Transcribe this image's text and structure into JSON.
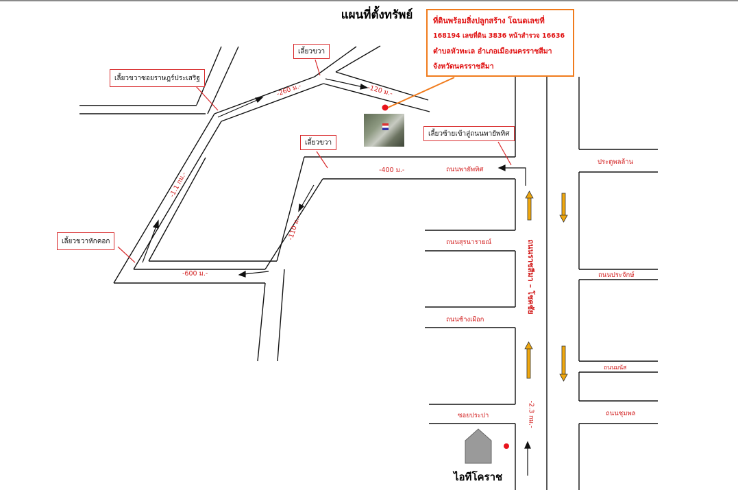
{
  "title": "แผนที่ตั้งทรัพย์",
  "property_info": {
    "line1": "ที่ดินพร้อมสิ่งปลูกสร้าง โฉนดเลขที่",
    "line2": "168194 เลขที่ดิน 3836 หน้าสำรวจ 16636",
    "line3": "ตำบลหัวทะเล อำเภอเมืองนครราชสีมา",
    "line4": "จังหวัดนครราชสีมา"
  },
  "callouts": {
    "turn_right_rat": "เลี้ยวขวาซอยราษฎร์ประเสริฐ",
    "turn_right_top": "เลี้ยวขวา",
    "turn_right_mid": "เลี้ยวขวา",
    "turn_left_phayap": "เลี้ยวซ้ายเข้าสู่ถนนพายัพทิศ",
    "turn_right_hakkhok": "เลี้ยวขวาหักคอก"
  },
  "roads": {
    "phayap": "ถนนพายัพทิศ",
    "pratu_phon": "ประตูพลล้าน",
    "suranarai": "ถนนสุรนารายณ์",
    "prajak": "ถนนประจักษ์",
    "chang_phueak": "ถนนช้างเผือก",
    "mana": "ถนนมนัส",
    "chumphon": "ถนนชุมพล",
    "soi_prapa": "ซอยประปา",
    "main_road": "ถนนราชสีมา – โชคชัย"
  },
  "distances": {
    "d260": "-260 ม.-",
    "d120": "-120 ม.-",
    "d400": "-400 ม.-",
    "d11km": "-1.1 กม.-",
    "d110": "-110 ม.-",
    "d600": "-600 ม.-",
    "d23km": "-2.3 กม.-"
  },
  "landmark": "ไอทีโคราช",
  "colors": {
    "road_line": "#111111",
    "label_red": "#d21d1d",
    "callout_border": "#d8282a",
    "info_border": "#f07b1c",
    "info_text": "#e01010",
    "traffic_arrow": "#f0a80f",
    "marker": "#e8141c",
    "landmark_icon": "#9a9a9a"
  },
  "icons": {
    "property_marker": "red-dot-icon",
    "landmark_marker": "house-icon",
    "traffic_direction": "double-arrow-icon"
  }
}
